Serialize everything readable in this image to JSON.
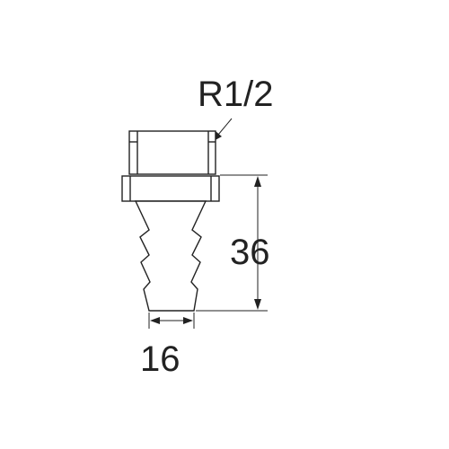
{
  "diagram": {
    "thread_label": "R1/2",
    "length_label": "36",
    "width_label": "16",
    "line_color": "#222222",
    "background_color": "#ffffff"
  }
}
